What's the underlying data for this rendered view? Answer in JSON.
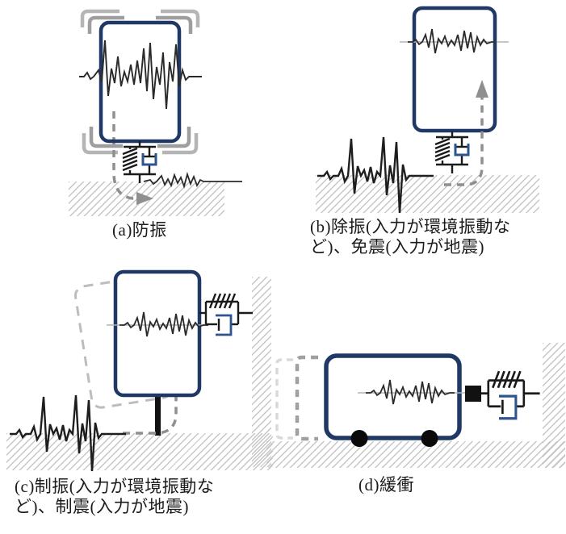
{
  "figure": {
    "panels": {
      "a": {
        "caption": "(a)防振"
      },
      "b": {
        "caption_line1": "(b)除振(入力が環境振動な",
        "caption_line2": "ど)、免震(入力が地震)"
      },
      "c": {
        "caption_line1": "(c)制振(入力が環境振動な",
        "caption_line2": "ど)、制震(入力が地震)"
      },
      "d": {
        "caption": "(d)緩衝"
      }
    },
    "colors": {
      "box_navy": "#1f3864",
      "damper_cup_blue": "#2e5490",
      "stroke_black": "#1a1a1a",
      "arrow_gray": "#8f8f8f",
      "bracket_gray_outer": "#b5b5b5",
      "bracket_gray_inner": "#9e9e9e",
      "ghost_dash_gray": "#bdbdbd",
      "ghost_dash_light": "#d9d9d9",
      "baseline_gray": "#b3b3b3",
      "hatch_line_gray": "#c6c6c6"
    }
  }
}
